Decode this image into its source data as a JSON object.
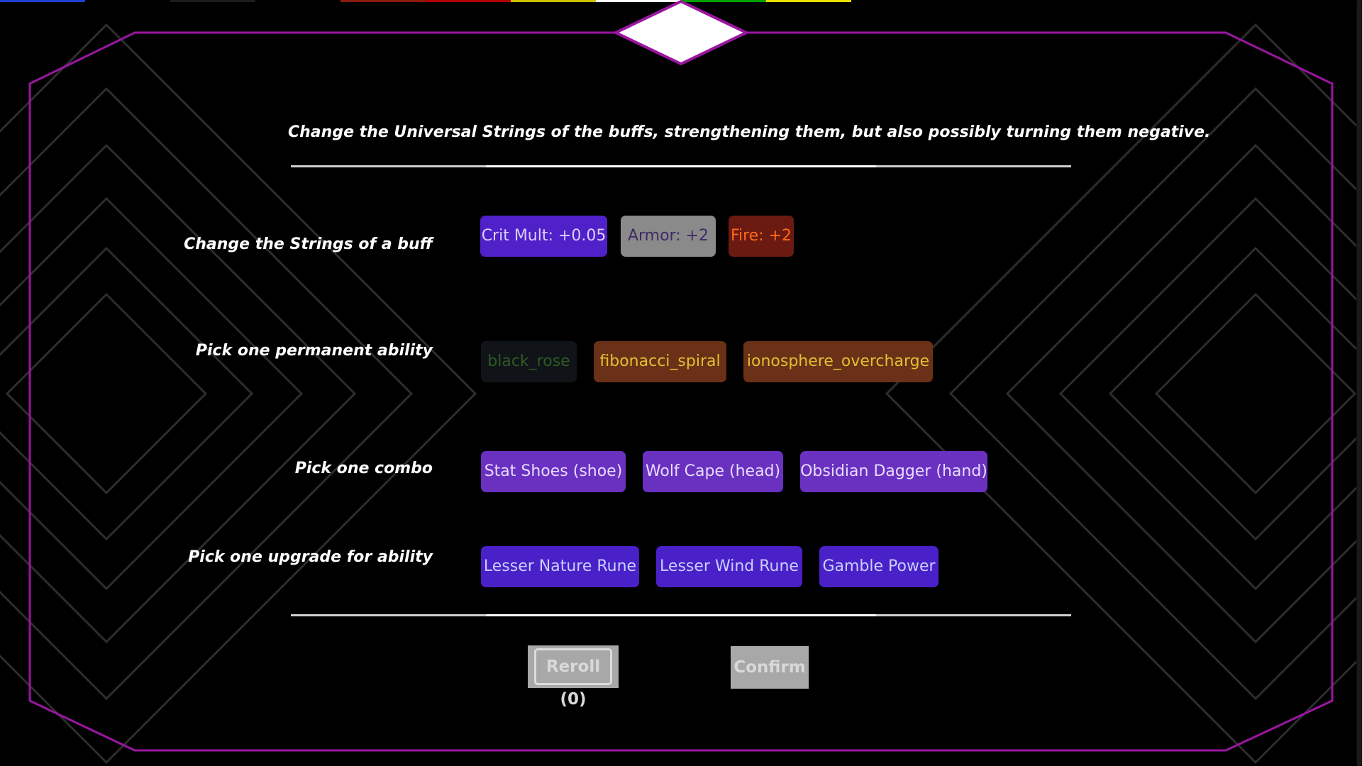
{
  "colors": {
    "frame": "#9a16a0",
    "background_lines": "#2d2d2d",
    "emblem": "#ffffff",
    "divider": "#ffffff",
    "topbar_segments": [
      "#1f3fd0",
      "#000000",
      "#1c1c1c",
      "#000000",
      "#8a1a10",
      "#b30000",
      "#c9c000",
      "#ffffff",
      "#00a000",
      "#e8e000",
      "#000000"
    ]
  },
  "description": "Change the Universal Strings of the buffs, strengthening them, but also possibly turning them negative.",
  "rows": [
    {
      "label": "Change the Strings of a buff",
      "options": [
        {
          "text": "Crit Mult: +0.05",
          "bg": "#5020c8",
          "fg": "#d8d0ff"
        },
        {
          "text": "Armor: +2",
          "bg": "#8a8a8a",
          "fg": "#3d2b66"
        },
        {
          "text": "Fire: +2",
          "bg": "#6b1a12",
          "fg": "#ff6a1c"
        }
      ]
    },
    {
      "label": "Pick one permanent ability",
      "options": [
        {
          "text": "black_rose",
          "bg": "#101418",
          "fg": "#2d5a22"
        },
        {
          "text": "fibonacci_spiral",
          "bg": "#6a3018",
          "fg": "#e0c030"
        },
        {
          "text": "ionosphere_overcharge",
          "bg": "#6a3018",
          "fg": "#e0c030"
        }
      ]
    },
    {
      "label": "Pick one combo",
      "options": [
        {
          "text": "Stat Shoes (shoe)",
          "bg": "#6a30c0",
          "fg": "#e6dcff"
        },
        {
          "text": "Wolf Cape (head)",
          "bg": "#6a30c0",
          "fg": "#e6dcff"
        },
        {
          "text": "Obsidian Dagger (hand)",
          "bg": "#6a30c0",
          "fg": "#e6dcff"
        }
      ]
    },
    {
      "label": "Pick one upgrade for ability",
      "options": [
        {
          "text": "Lesser Nature Rune",
          "bg": "#4a20c8",
          "fg": "#c8d0ff"
        },
        {
          "text": "Lesser Wind Rune",
          "bg": "#4a20c8",
          "fg": "#c8d0ff"
        },
        {
          "text": "Gamble Power",
          "bg": "#4a20c8",
          "fg": "#c8d0ff"
        }
      ]
    }
  ],
  "buttons": {
    "reroll": "Reroll (0)",
    "confirm": "Confirm"
  }
}
